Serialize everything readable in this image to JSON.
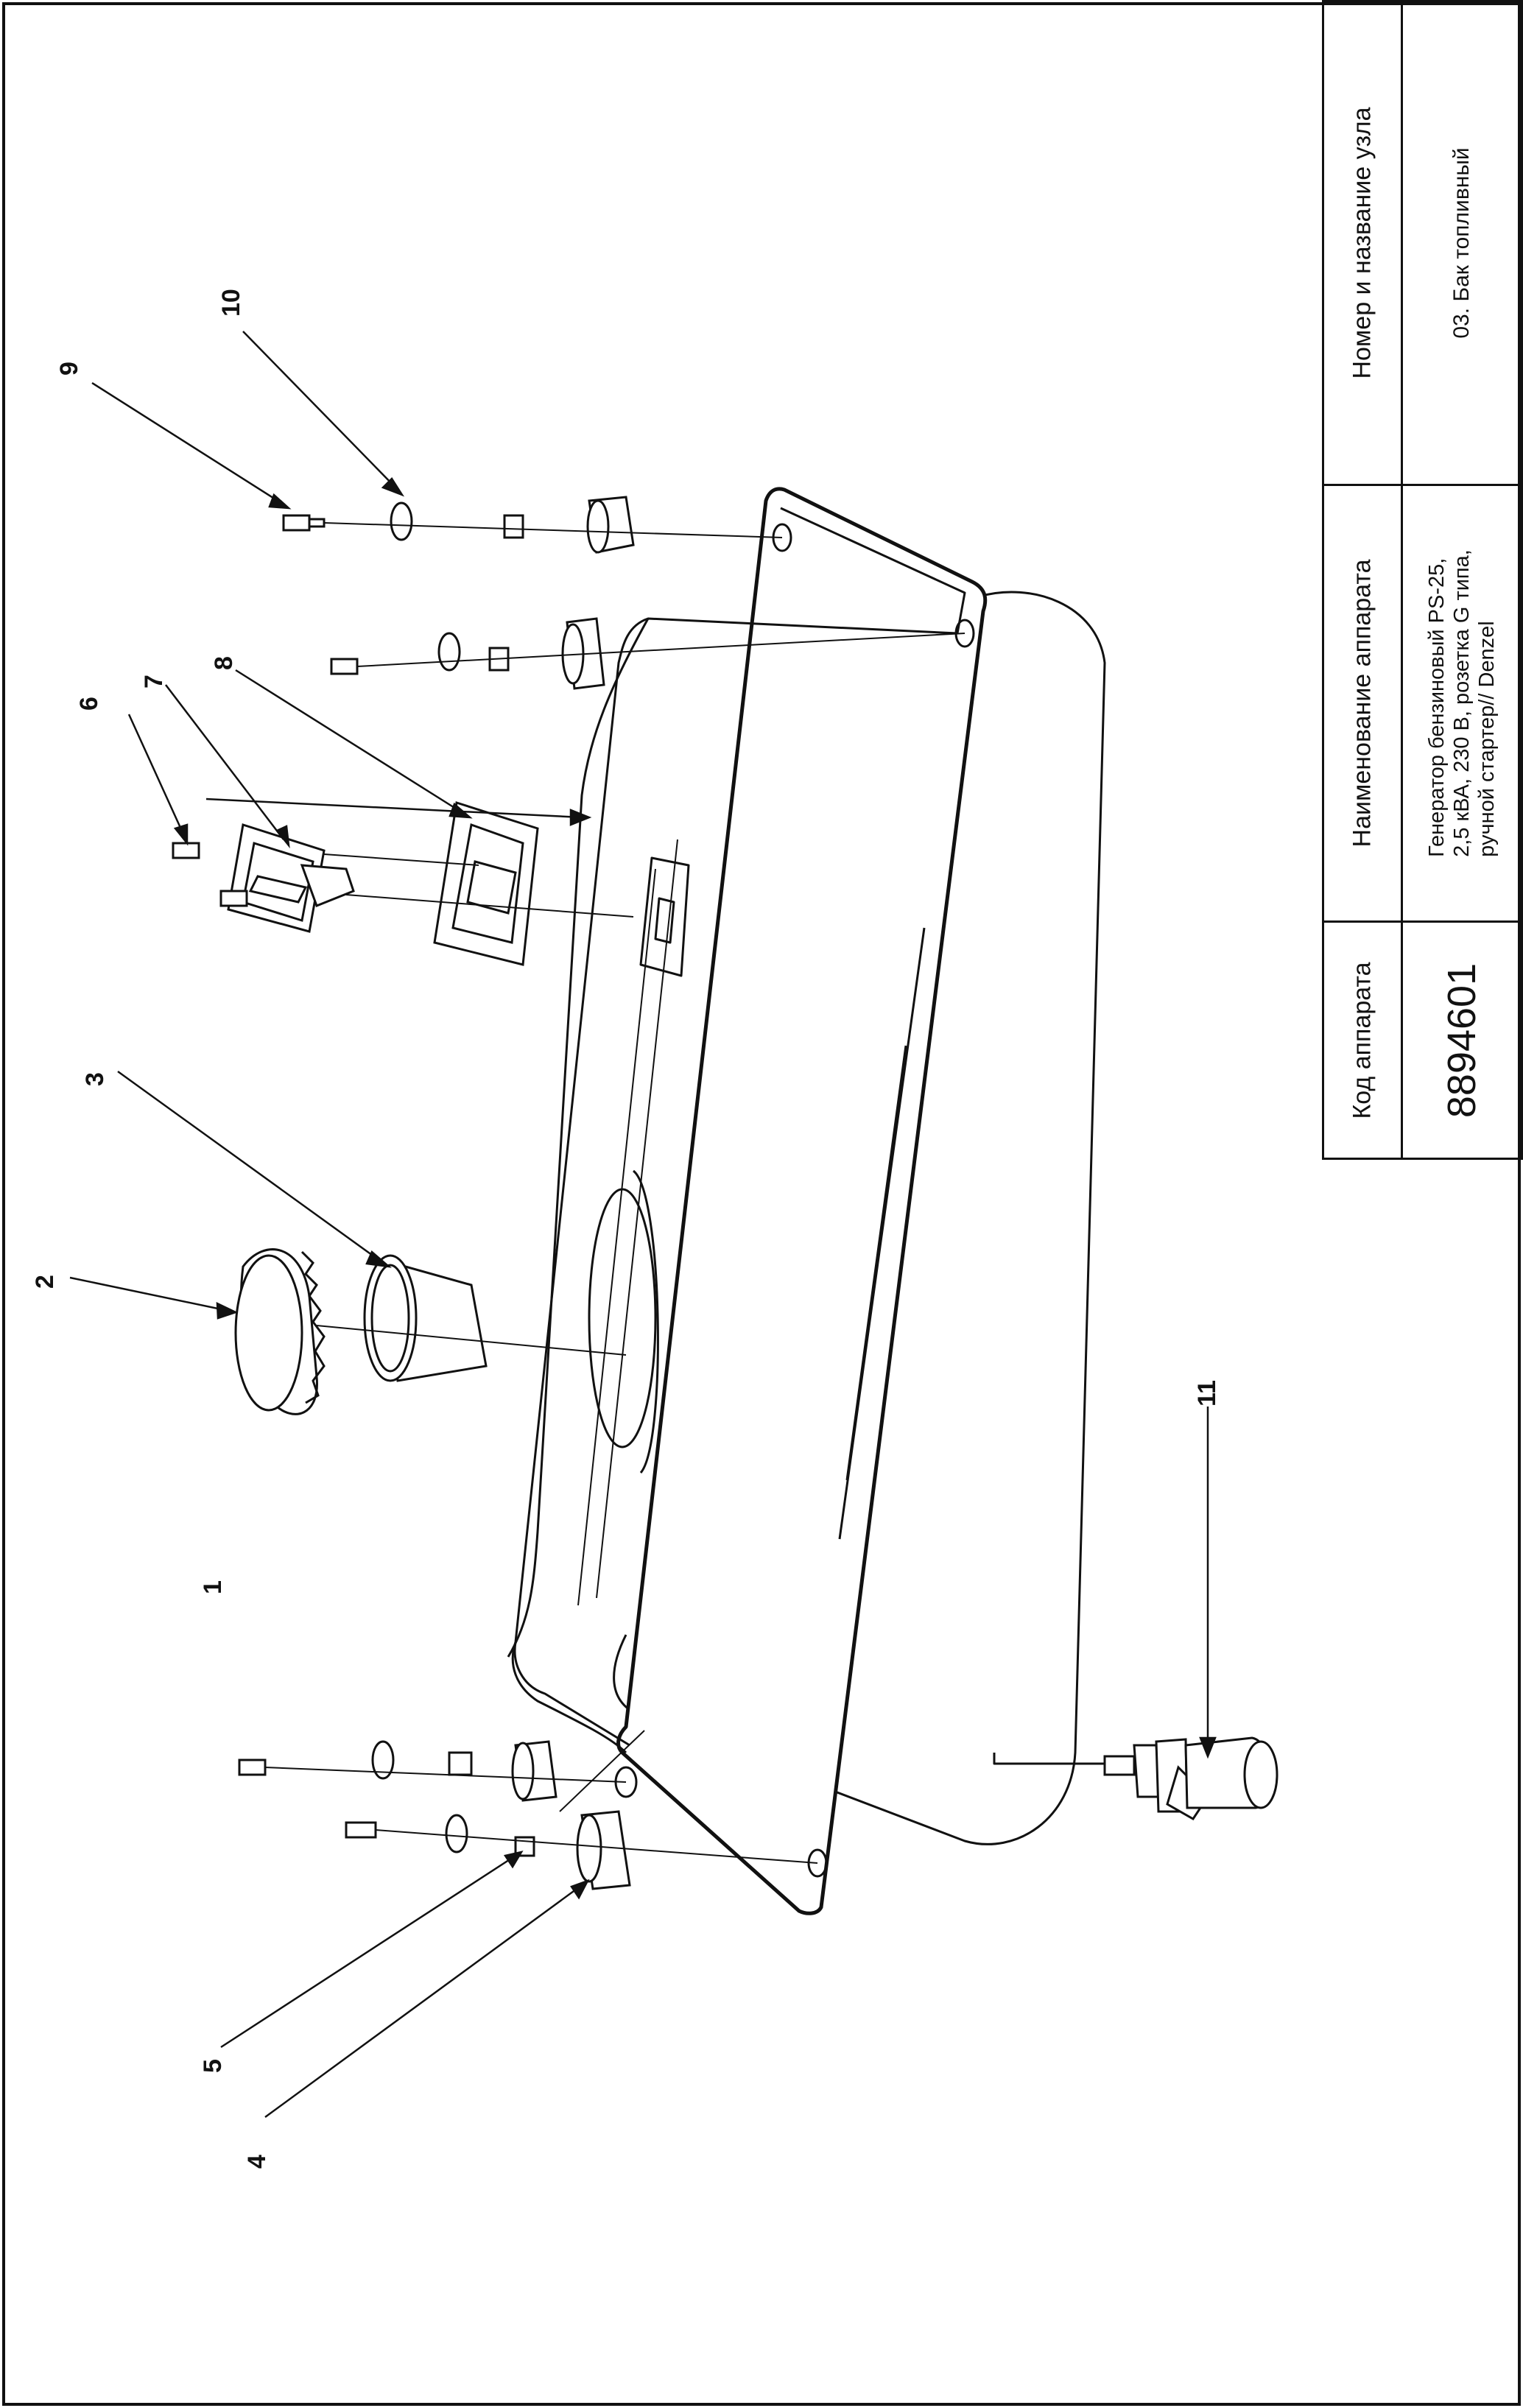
{
  "title_block": {
    "code_header": "Код аппарата",
    "code_value": "8894601",
    "device_header": "Наименование аппарата",
    "device_lines": [
      "Генератор бензиновый PS-25,",
      "2,5 кВА, 230 В, розетка G типа,",
      "ручной стартер// Denzel"
    ],
    "unit_header": "Номер и название узла",
    "unit_value": "03. Бак топливный"
  },
  "callouts": [
    "1",
    "2",
    "3",
    "4",
    "5",
    "6",
    "7",
    "8",
    "9",
    "10",
    "11"
  ]
}
